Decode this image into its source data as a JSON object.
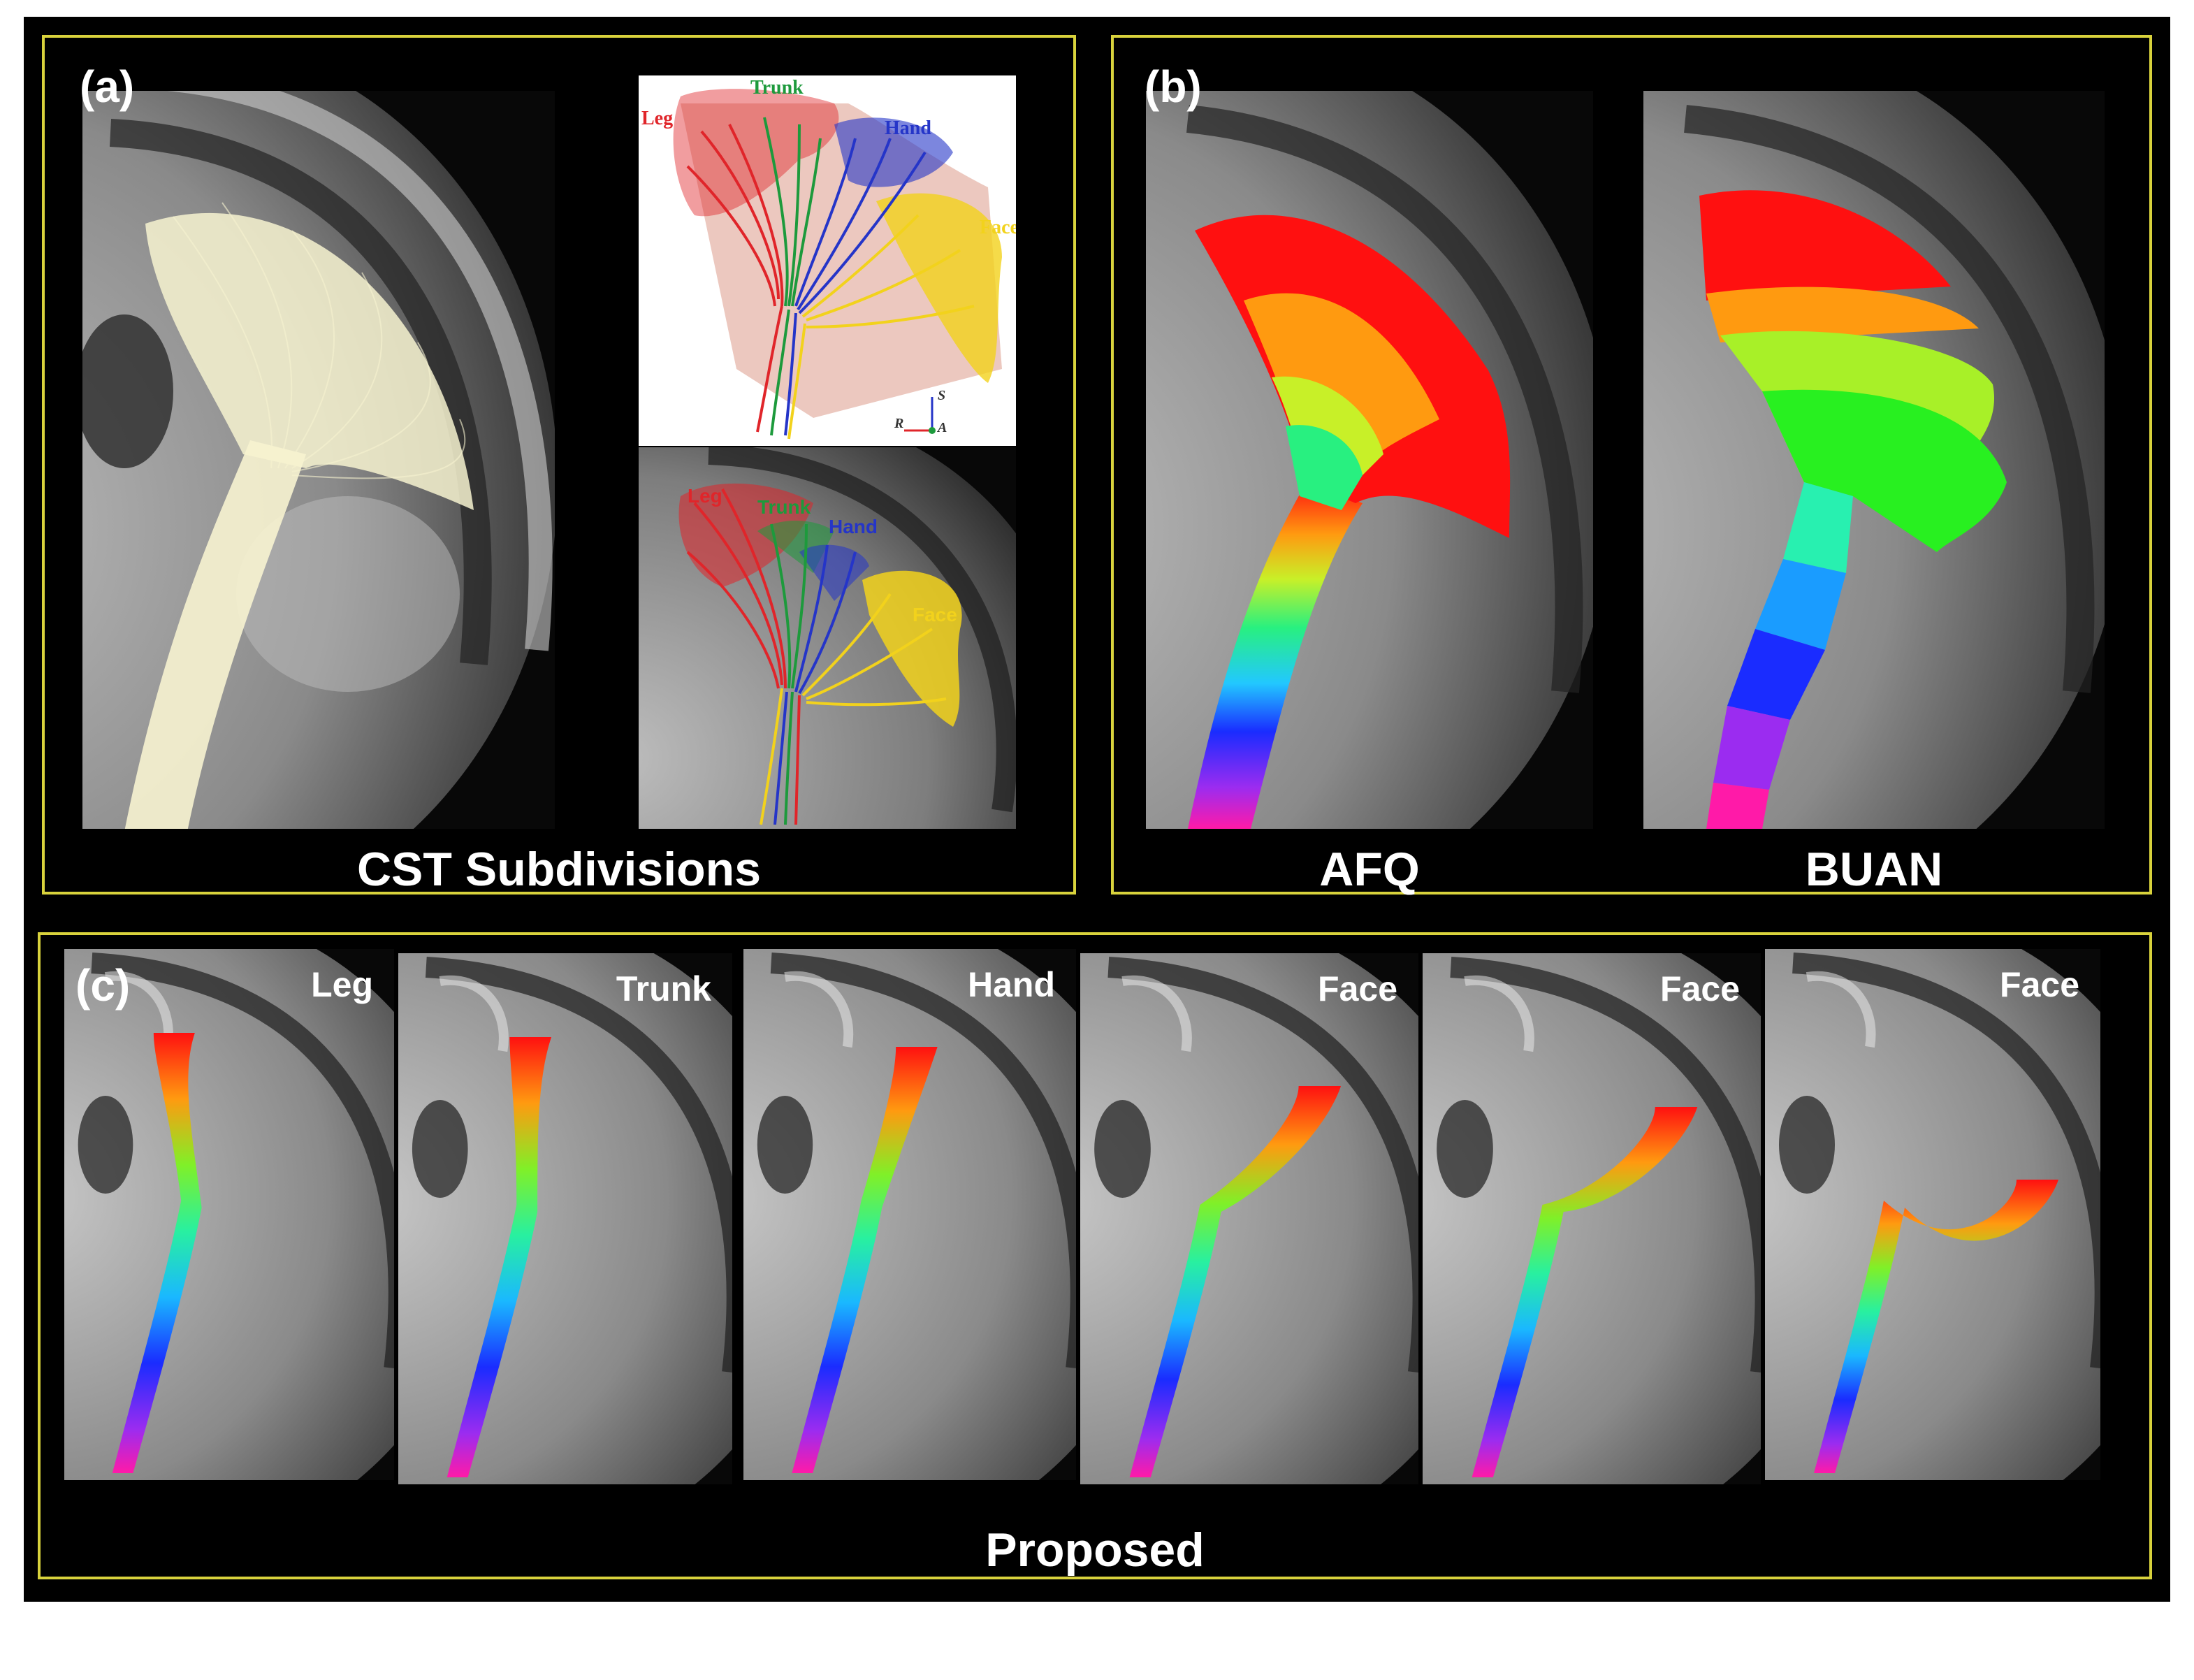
{
  "panels": {
    "a": {
      "label": "(a)",
      "caption": "CST Subdivisions"
    },
    "b": {
      "label": "(b)",
      "captions": [
        "AFQ",
        "BUAN"
      ]
    },
    "c": {
      "label": "(c)",
      "caption": "Proposed",
      "subpanels": [
        "Leg",
        "Trunk",
        "Hand",
        "Face",
        "Face",
        "Face"
      ]
    }
  },
  "diagram": {
    "labels": {
      "leg": "Leg",
      "trunk": "Trunk",
      "hand": "Hand",
      "face": "Face"
    },
    "axes": {
      "s": "S",
      "r": "R",
      "a": "A"
    }
  },
  "colors": {
    "panel_border": "#d8d23c",
    "leg": "#e0252a",
    "trunk": "#1d9a3c",
    "hand": "#2535c8",
    "face": "#f2d21c",
    "fiber_cream": "#f7f3d0"
  }
}
